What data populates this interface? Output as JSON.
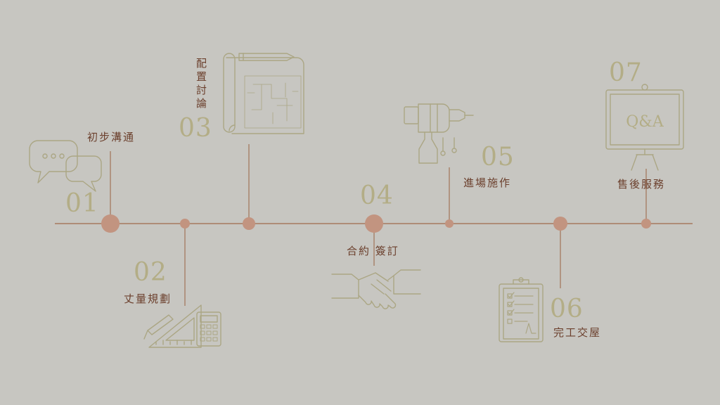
{
  "steps": [
    {
      "number": "01",
      "label": "初步溝通"
    },
    {
      "number": "02",
      "label": "丈量規劃"
    },
    {
      "number": "03",
      "label": "配置討論"
    },
    {
      "number": "04",
      "label": "合約 簽訂"
    },
    {
      "number": "05",
      "label": "進場施作"
    },
    {
      "number": "06",
      "label": "完工交屋"
    },
    {
      "number": "07",
      "label": "售後服務"
    }
  ],
  "qa_text": "Q&A",
  "icons": {
    "step1": "speech-bubbles-icon",
    "step2": "ruler-calculator-icon",
    "step3": "floor-plan-scroll-icon",
    "step4": "handshake-icon",
    "step5": "drill-icon",
    "step6": "checklist-clipboard-icon",
    "step7": "qa-board-icon"
  },
  "colors": {
    "background": "#c7c6c1",
    "line": "#a5785f",
    "dot": "#c29480",
    "icon_stroke": "#aba684",
    "number": "#b3ad86",
    "label": "#6b3f2c"
  }
}
